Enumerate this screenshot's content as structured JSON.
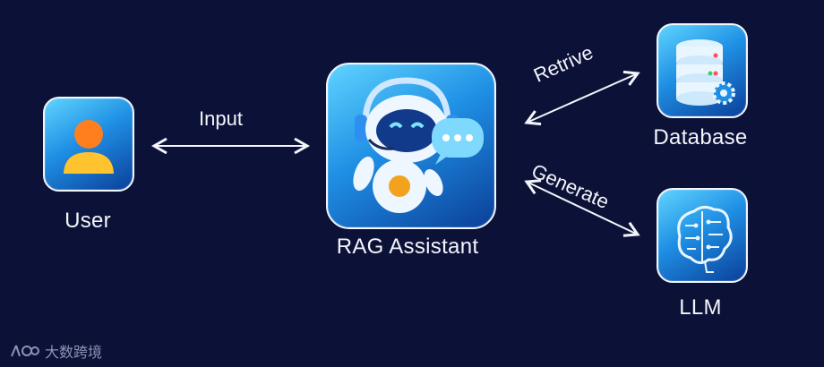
{
  "nodes": {
    "user": {
      "label": "User"
    },
    "assistant": {
      "label": "RAG Assistant"
    },
    "database": {
      "label": "Database"
    },
    "llm": {
      "label": "LLM"
    }
  },
  "edges": {
    "input": {
      "label": "Input"
    },
    "retrieve": {
      "label": "Retrive"
    },
    "generate": {
      "label": "Generate"
    }
  },
  "watermark": {
    "text": "大数跨境"
  },
  "colors": {
    "background": "#0c1237",
    "tile_light": "#5fd4ff",
    "tile_dark": "#0b3f99",
    "text": "#f3f5fb"
  }
}
